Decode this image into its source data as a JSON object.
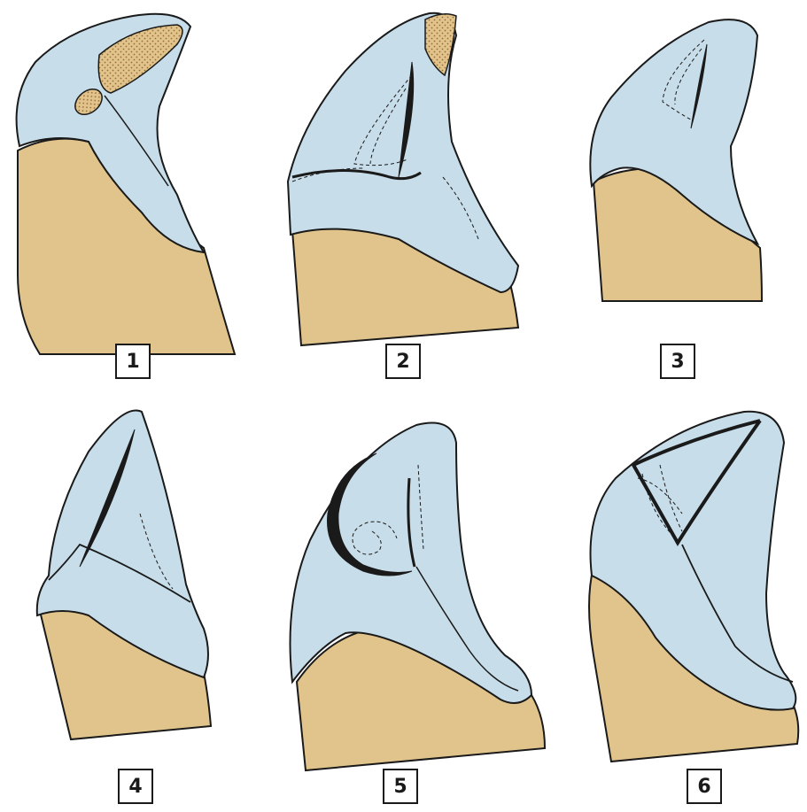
{
  "colors": {
    "enamel_fill": "#c7dde9",
    "root_fill": "#e1c48b",
    "outline": "#1a1a1a",
    "wear_dots": "#9a6a3a"
  },
  "panels": [
    {
      "label": "1",
      "features": [
        "dentin-exposure-patch",
        "dentin-exposure-spot"
      ]
    },
    {
      "label": "2",
      "features": [
        "dentin-exposure-patch",
        "fracture-line",
        "dashed-contours"
      ]
    },
    {
      "label": "3",
      "features": [
        "fracture-line",
        "dashed-contours"
      ]
    },
    {
      "label": "4",
      "features": [
        "fracture-line",
        "dashed-contour"
      ]
    },
    {
      "label": "5",
      "features": [
        "curved-fracture-line",
        "dashed-spiral",
        "dashed-contour"
      ]
    },
    {
      "label": "6",
      "features": [
        "triangular-fracture-outline",
        "dashed-contours"
      ]
    }
  ]
}
